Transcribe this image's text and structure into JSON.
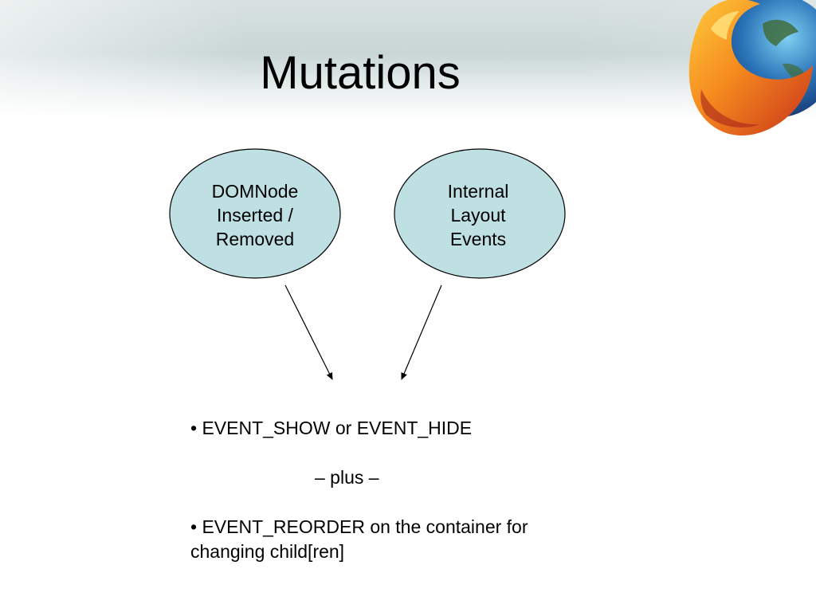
{
  "slide": {
    "title": "Mutations",
    "logo_icon": "firefox-logo-icon"
  },
  "diagram": {
    "nodes": [
      {
        "id": "left",
        "lines": [
          "DOMNode",
          "Inserted /",
          "Removed"
        ],
        "fill": "#bfe0e3"
      },
      {
        "id": "right",
        "lines": [
          "Internal",
          "Layout",
          "Events"
        ],
        "fill": "#bfe0e3"
      }
    ],
    "edges": [
      {
        "from": "left",
        "to": "events"
      },
      {
        "from": "right",
        "to": "events"
      }
    ]
  },
  "body": {
    "bullet_1": "• EVENT_SHOW or EVENT_HIDE",
    "separator": "– plus –",
    "bullet_2_line_1": "• EVENT_REORDER on the container for",
    "bullet_2_line_2": "changing child[ren]"
  }
}
